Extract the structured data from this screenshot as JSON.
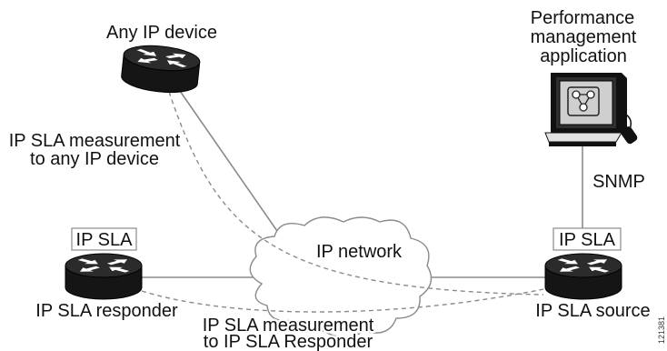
{
  "diagram": {
    "any_ip_device": "Any IP device",
    "measurement_to_any_ip_device": [
      "IP SLA measurement",
      "to any IP device"
    ],
    "performance_management_application": [
      "Performance",
      "management",
      "application"
    ],
    "snmp": "SNMP",
    "ip_network": "IP network",
    "responder": {
      "badge": "IP SLA",
      "label": "IP SLA responder"
    },
    "source": {
      "badge": "IP SLA",
      "label": "IP SLA source"
    },
    "measurement_to_responder": [
      "IP SLA measurement",
      "to IP SLA Responder"
    ],
    "figure_id": "121381"
  },
  "icons": {
    "router": "router-icon",
    "workstation": "workstation-icon",
    "cloud": "network-cloud-icon"
  },
  "colors": {
    "text": "#111111",
    "line": "#8a8a8a",
    "router": "#151515",
    "screen": "#cfcfcf"
  }
}
